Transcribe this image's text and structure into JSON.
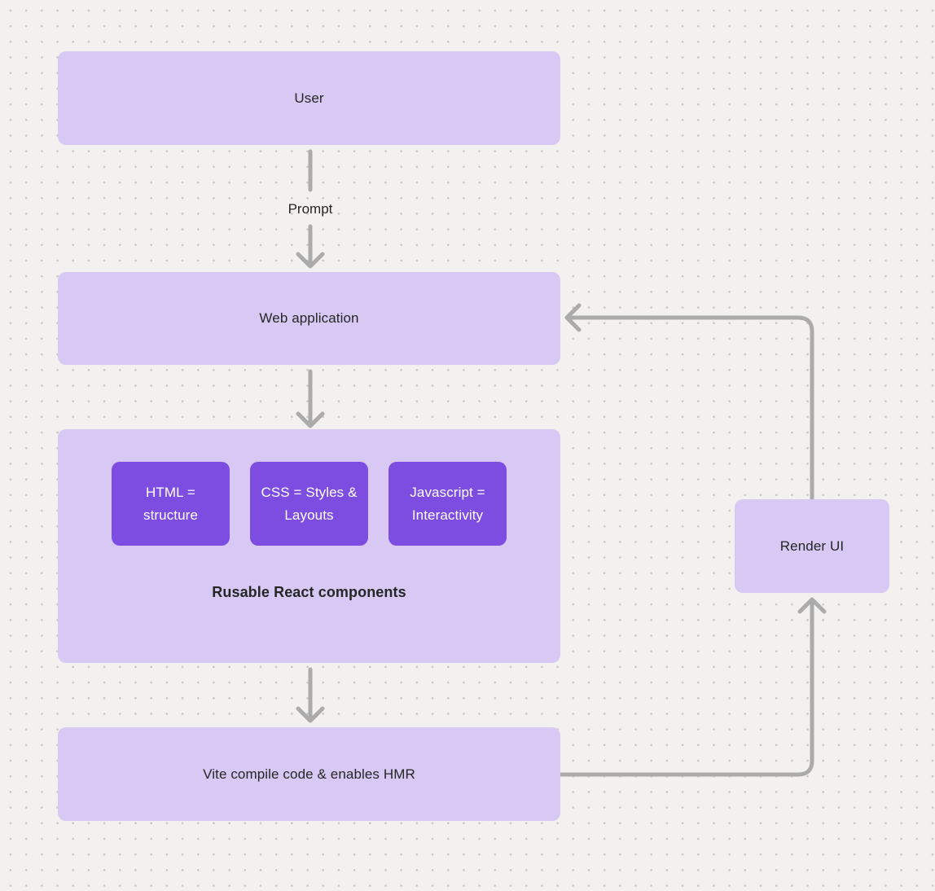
{
  "theme": {
    "bg": "#f2f1ef",
    "dot": "#c8c5c2",
    "node-fill": "#d7c9f4",
    "accent": "#7d4ce1",
    "arrow": "#ababab",
    "text": "#262626",
    "text-on-accent": "#ffffff"
  },
  "diagram": {
    "nodes": {
      "user": {
        "label": "User"
      },
      "web_application": {
        "label": "Web application"
      },
      "components_group": {
        "label": "Rusable React components"
      },
      "html_chip": {
        "label": "HTML = structure"
      },
      "css_chip": {
        "label": "CSS = Styles & Layouts"
      },
      "js_chip": {
        "label": "Javascript = Interactivity"
      },
      "vite": {
        "label": "Vite compile code & enables HMR"
      },
      "render_ui": {
        "label": "Render UI"
      }
    },
    "edge_labels": {
      "prompt": "Prompt"
    }
  }
}
